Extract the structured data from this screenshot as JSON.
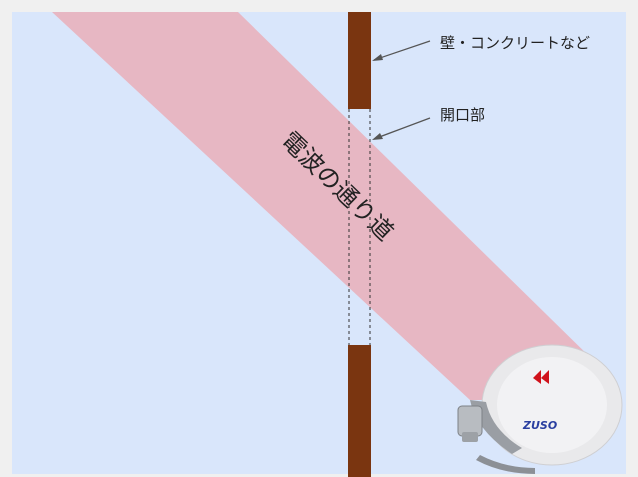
{
  "labels": {
    "wall": "壁・コンクリートなど",
    "opening": "開口部",
    "beam_path": "電波の通り道",
    "dish_logo": "ZUSO"
  },
  "colors": {
    "panel_background": "#d9e6fb",
    "outer_frame": "#f0f0f0",
    "beam_fill": "#e7b7c3",
    "wall_fill": "#7a3510",
    "dish_face": "#eaeaec",
    "dish_logo_red": "#d0121b",
    "dish_logo_blue": "#2a3fa0",
    "arrow_color": "#555555",
    "text_color": "#222222"
  },
  "icons": {
    "dish": "satellite-dish-icon",
    "arrow": "arrow-left-icon"
  }
}
